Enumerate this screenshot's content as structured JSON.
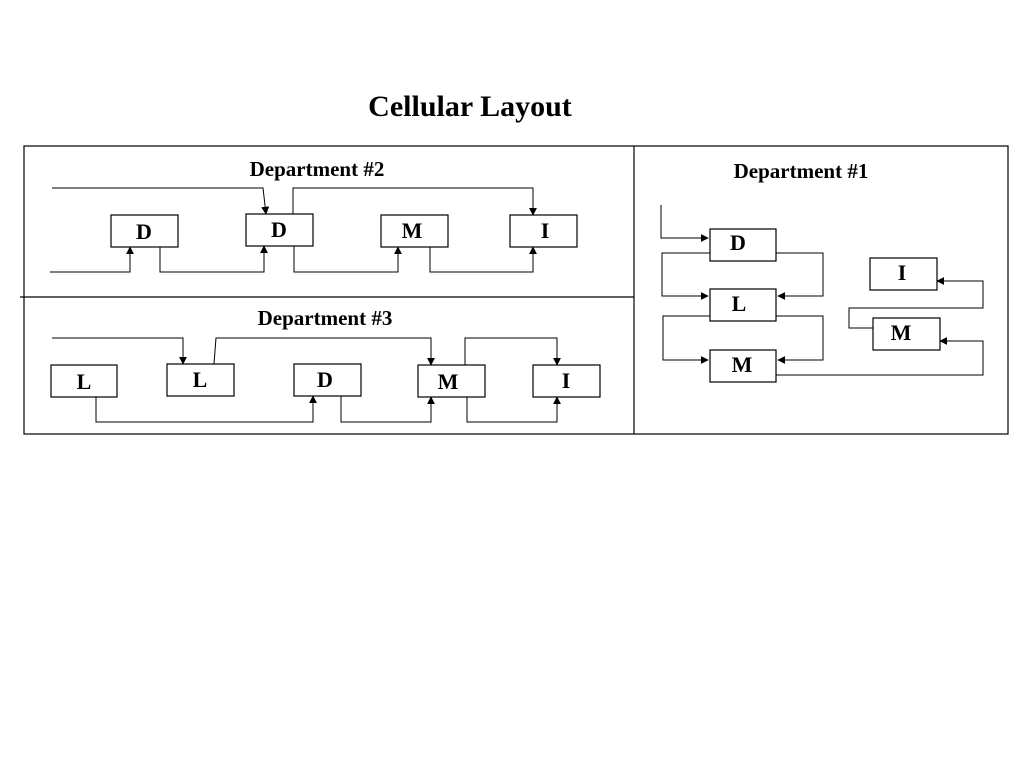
{
  "title": "Cellular Layout",
  "departments": {
    "dept2": {
      "heading": "Department #2",
      "machines": [
        "D",
        "D",
        "M",
        "I"
      ]
    },
    "dept3": {
      "heading": "Department #3",
      "machines": [
        "L",
        "L",
        "D",
        "M",
        "I"
      ]
    },
    "dept1": {
      "heading": "Department #1",
      "machines": [
        "D",
        "L",
        "M",
        "I",
        "M"
      ]
    }
  }
}
